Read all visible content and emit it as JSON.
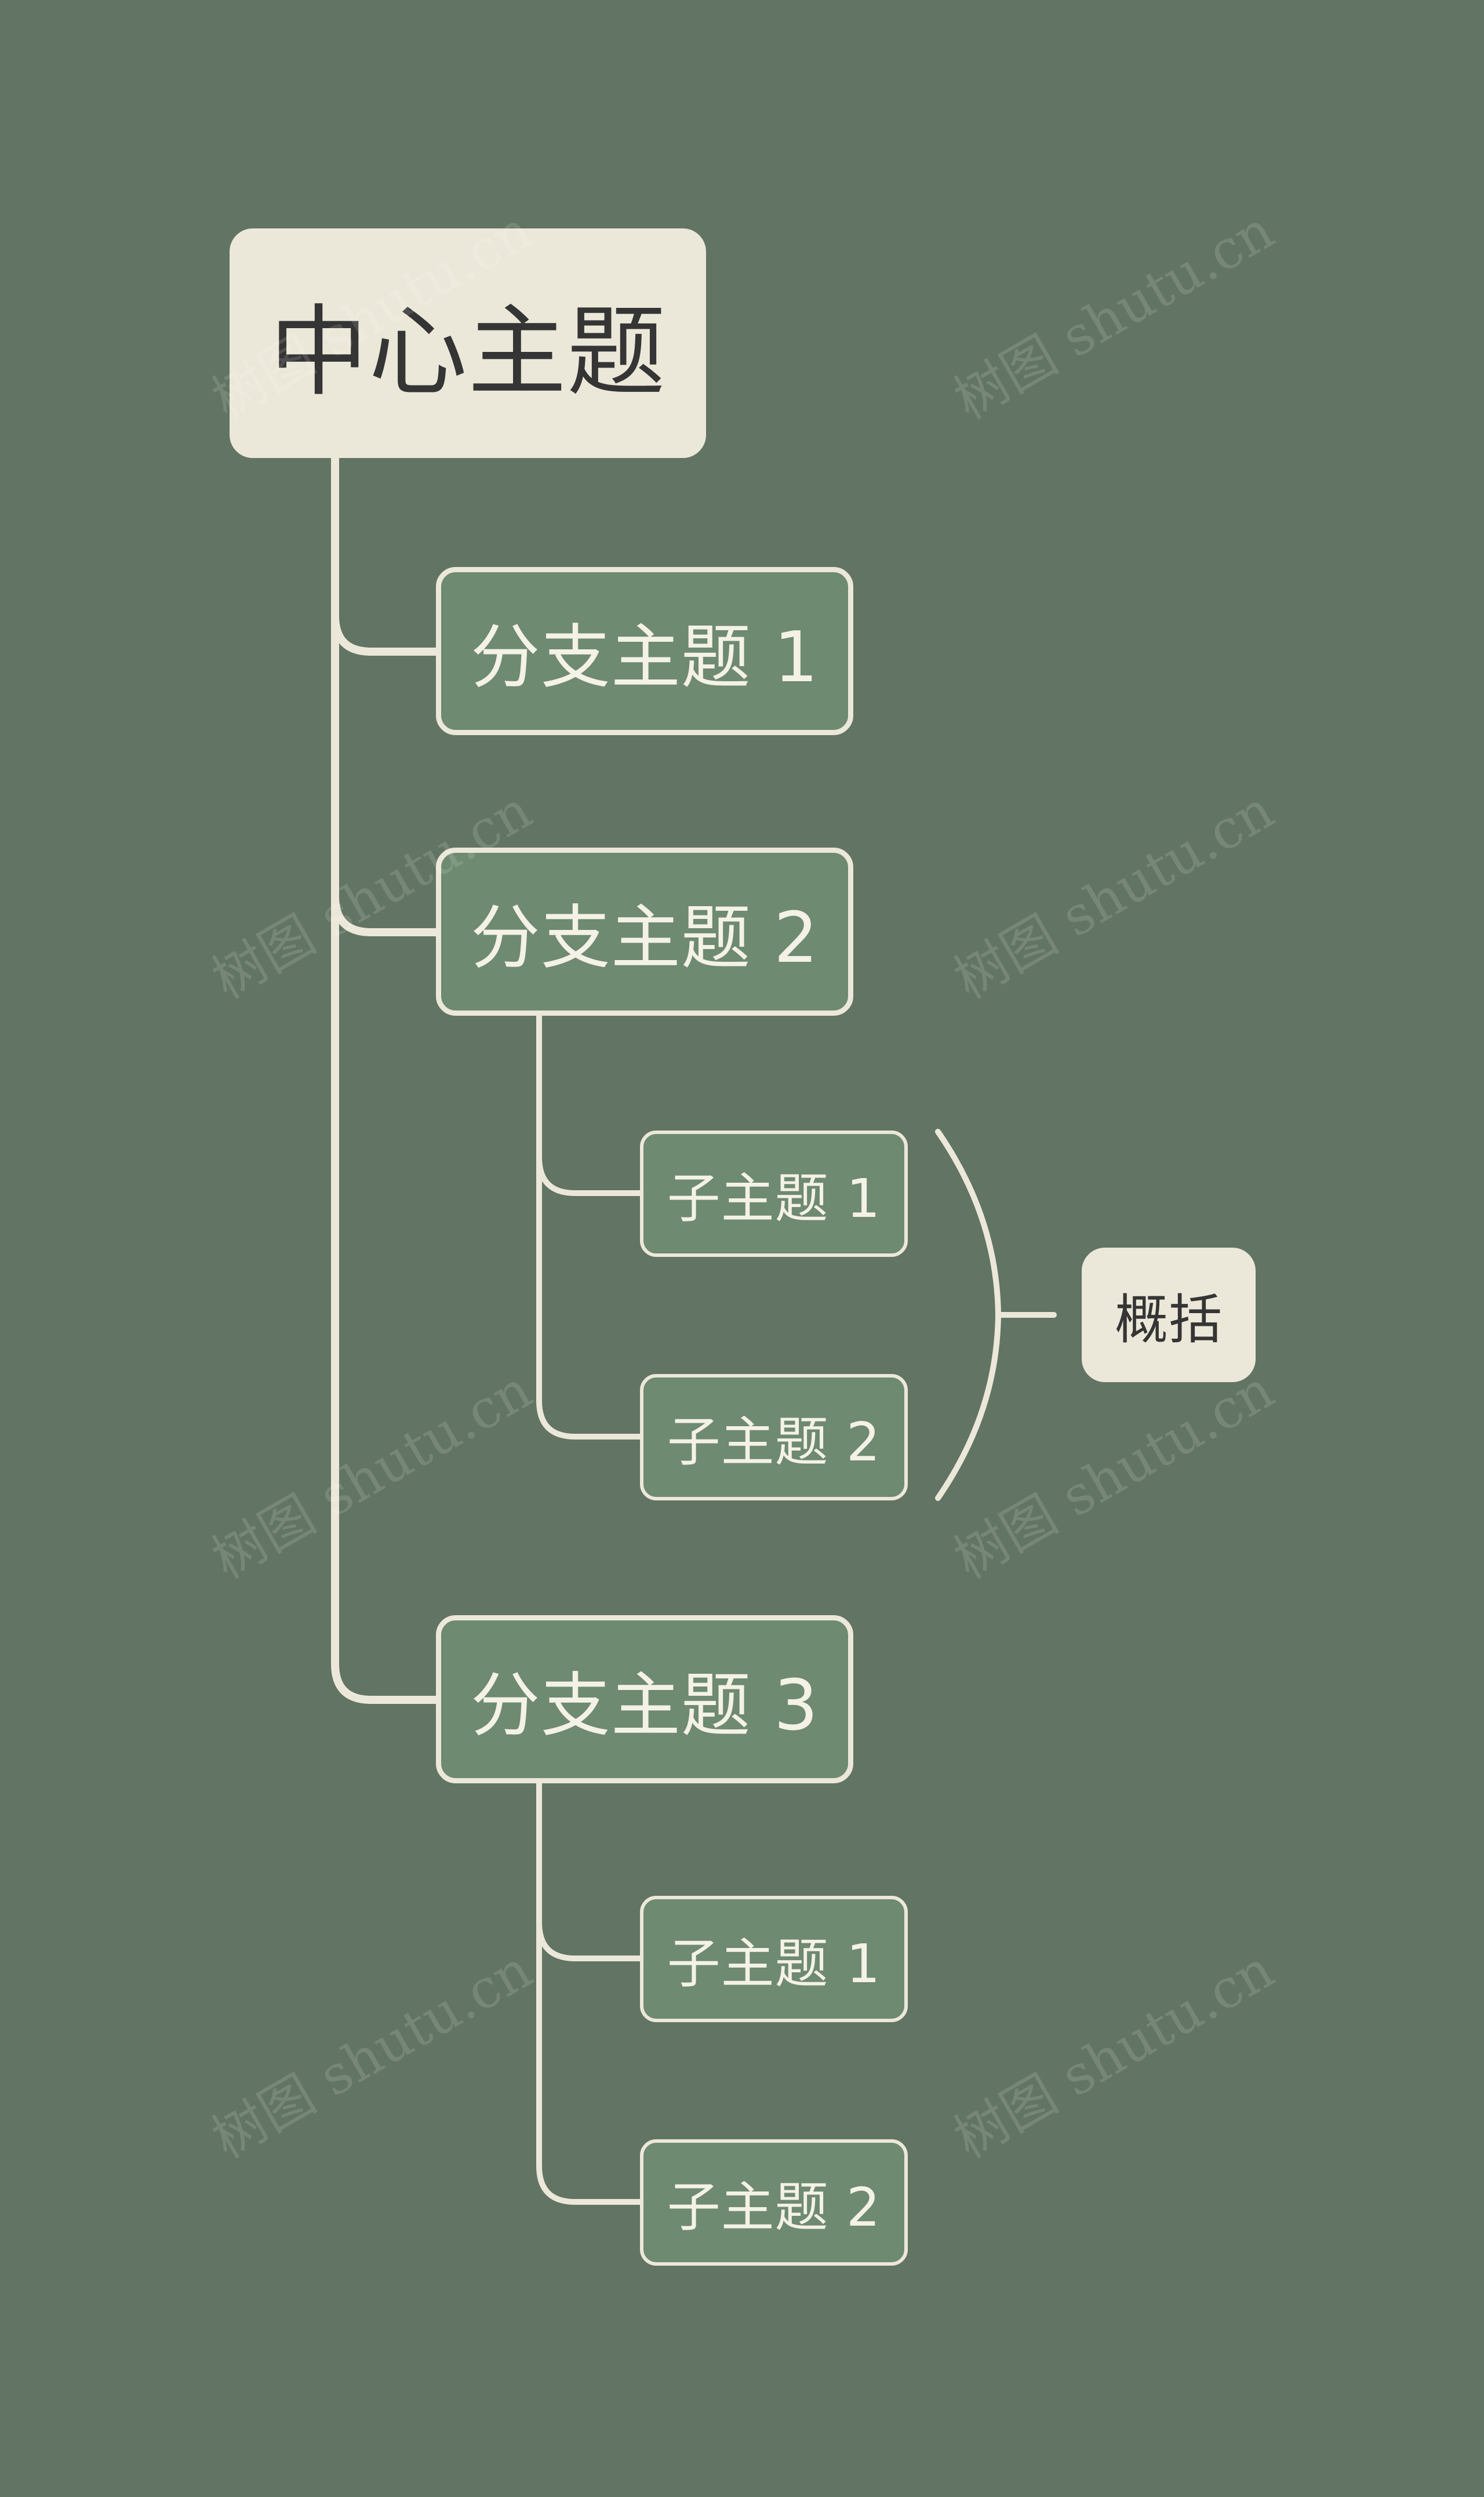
{
  "root": {
    "label": "中心主题"
  },
  "branches": [
    {
      "label": "分支主题 1"
    },
    {
      "label": "分支主题 2"
    },
    {
      "label": "分支主题 3"
    }
  ],
  "subtopics": [
    {
      "label": "子主题 1"
    },
    {
      "label": "子主题 2"
    },
    {
      "label": "子主题 1"
    },
    {
      "label": "子主题 2"
    }
  ],
  "summary": {
    "label": "概括"
  },
  "watermark": "树图 shutu.cn",
  "colors": {
    "background": "#627463",
    "root_fill": "#ece8d9",
    "branch_fill": "#6e8a70",
    "line": "#ece8d9",
    "dark_text": "#353535",
    "light_text": "#f4f1e6"
  }
}
